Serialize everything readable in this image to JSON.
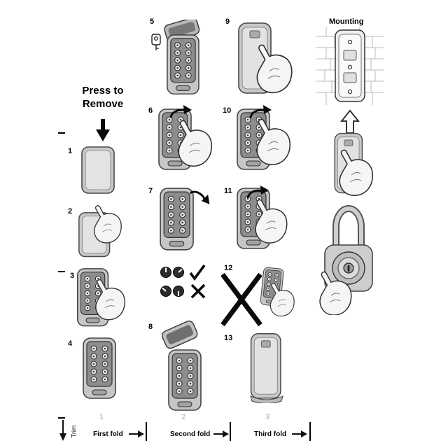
{
  "press_title": "Press to Remove",
  "mounting_label": "Mounting",
  "steps": [
    {
      "num": "1"
    },
    {
      "num": "2"
    },
    {
      "num": "3"
    },
    {
      "num": "4"
    },
    {
      "num": "5"
    },
    {
      "num": "6"
    },
    {
      "num": "7"
    },
    {
      "num": "8"
    },
    {
      "num": "9"
    },
    {
      "num": "10"
    },
    {
      "num": "11"
    },
    {
      "num": "12"
    },
    {
      "num": "13"
    }
  ],
  "footer": {
    "trim_label": "Trim",
    "panels": [
      {
        "num": "1",
        "fold_label": "First fold"
      },
      {
        "num": "2",
        "fold_label": "Second fold"
      },
      {
        "num": "3",
        "fold_label": "Third fold"
      }
    ]
  }
}
